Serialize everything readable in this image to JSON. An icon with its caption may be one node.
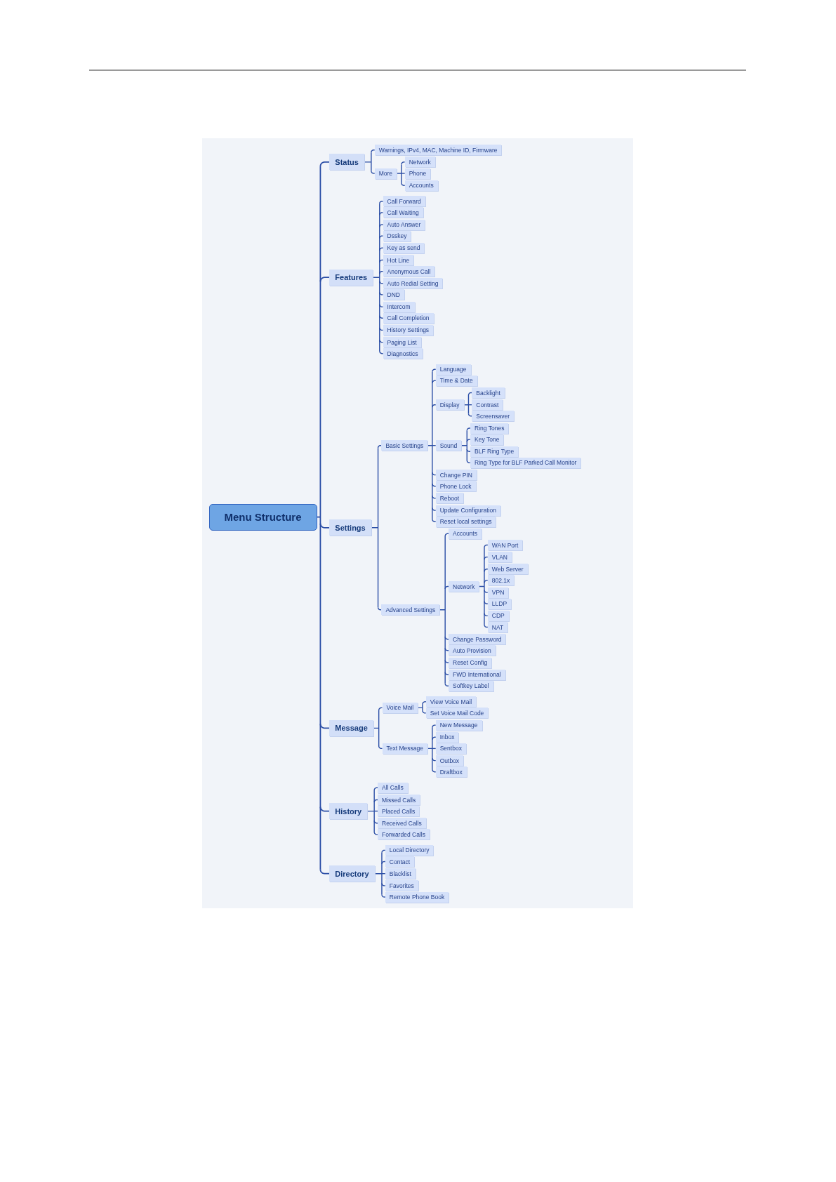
{
  "diagram": {
    "nodes": [
      {
        "text": [
          "Menu Structure"
        ]
      },
      {
        "text": [
          "Status"
        ]
      },
      {
        "text": [
          "Warnings, IPv4, MAC, Machine ID, Firmware"
        ]
      },
      {
        "text": [
          "More"
        ]
      },
      {
        "text": [
          "Network"
        ]
      },
      {
        "text": [
          "Phone"
        ]
      },
      {
        "text": [
          "Accounts"
        ]
      },
      {
        "text": [
          "Features"
        ]
      },
      {
        "text": [
          "Call Forward"
        ]
      },
      {
        "text": [
          "Call Waiting"
        ]
      },
      {
        "text": [
          "Auto Answer"
        ]
      },
      {
        "text": [
          "Dsskey"
        ]
      },
      {
        "text": [
          "Key as send"
        ]
      },
      {
        "text": [
          "Hot Line"
        ]
      },
      {
        "text": [
          "Anonymous Call"
        ]
      },
      {
        "text": [
          "Auto Redial Setting"
        ]
      },
      {
        "text": [
          "DND"
        ]
      },
      {
        "text": [
          "Intercom"
        ]
      },
      {
        "text": [
          "Call Completion"
        ]
      },
      {
        "text": [
          "History Settings"
        ]
      },
      {
        "text": [
          "Paging List"
        ]
      },
      {
        "text": [
          "Diagnostics"
        ]
      },
      {
        "text": [
          "Settings"
        ]
      },
      {
        "text": [
          "Basic Settings"
        ]
      },
      {
        "text": [
          "Language"
        ]
      },
      {
        "text": [
          "Time & Date"
        ]
      },
      {
        "text": [
          "Display"
        ]
      },
      {
        "text": [
          "Backlight"
        ]
      },
      {
        "text": [
          "Contrast"
        ]
      },
      {
        "text": [
          "Screensaver"
        ]
      },
      {
        "text": [
          "Sound"
        ]
      },
      {
        "text": [
          "Ring Tones"
        ]
      },
      {
        "text": [
          "Key Tone"
        ]
      },
      {
        "text": [
          "BLF Ring Type"
        ]
      },
      {
        "text": [
          "Ring Type for BLF Parked Call Monitor"
        ]
      },
      {
        "text": [
          "Change PIN"
        ]
      },
      {
        "text": [
          "Phone Lock"
        ]
      },
      {
        "text": [
          "Reboot"
        ]
      },
      {
        "text": [
          "Update Configuration"
        ]
      },
      {
        "text": [
          "Reset local settings"
        ]
      },
      {
        "text": [
          "Advanced Settings"
        ]
      },
      {
        "text": [
          "Accounts"
        ]
      },
      {
        "text": [
          "Network"
        ]
      },
      {
        "text": [
          "WAN Port"
        ]
      },
      {
        "text": [
          "VLAN"
        ]
      },
      {
        "text": [
          "Web Server"
        ]
      },
      {
        "text": [
          "802.1x"
        ]
      },
      {
        "text": [
          "VPN"
        ]
      },
      {
        "text": [
          "LLDP"
        ]
      },
      {
        "text": [
          "CDP"
        ]
      },
      {
        "text": [
          "NAT"
        ]
      },
      {
        "text": [
          "Change Password"
        ]
      },
      {
        "text": [
          "Auto Provision"
        ]
      },
      {
        "text": [
          "Reset Config"
        ]
      },
      {
        "text": [
          "FWD International"
        ]
      },
      {
        "text": [
          "Softkey Label"
        ]
      },
      {
        "text": [
          "Message"
        ]
      },
      {
        "text": [
          "Voice Mail"
        ]
      },
      {
        "text": [
          "View Voice Mail"
        ]
      },
      {
        "text": [
          "Set Voice Mail Code"
        ]
      },
      {
        "text": [
          "Text Message"
        ]
      },
      {
        "text": [
          "New Message"
        ]
      },
      {
        "text": [
          "Inbox"
        ]
      },
      {
        "text": [
          "Sentbox"
        ]
      },
      {
        "text": [
          "Outbox"
        ]
      },
      {
        "text": [
          "Draftbox"
        ]
      },
      {
        "text": [
          "History"
        ]
      },
      {
        "text": [
          "All Calls"
        ]
      },
      {
        "text": [
          "Missed Calls"
        ]
      },
      {
        "text": [
          "Placed Calls"
        ]
      },
      {
        "text": [
          "Received Calls"
        ]
      },
      {
        "text": [
          "Forwarded Calls"
        ]
      },
      {
        "text": [
          "Directory"
        ]
      },
      {
        "text": [
          "Local Directory"
        ]
      },
      {
        "text": [
          "Contact"
        ]
      },
      {
        "text": [
          "Blacklist"
        ]
      },
      {
        "text": [
          "Favorites"
        ]
      },
      {
        "text": [
          "Remote Phone Book"
        ]
      }
    ],
    "edges": [
      {
        "from": 0,
        "to": 1,
        "arrow": "none"
      },
      {
        "from": 1,
        "to": 2,
        "arrow": "none"
      },
      {
        "from": 1,
        "to": 3,
        "arrow": "none"
      },
      {
        "from": 3,
        "to": 4,
        "arrow": "none"
      },
      {
        "from": 3,
        "to": 5,
        "arrow": "none"
      },
      {
        "from": 3,
        "to": 6,
        "arrow": "none"
      },
      {
        "from": 0,
        "to": 7,
        "arrow": "none"
      },
      {
        "from": 7,
        "to": 8,
        "arrow": "none"
      },
      {
        "from": 7,
        "to": 9,
        "arrow": "none"
      },
      {
        "from": 7,
        "to": 10,
        "arrow": "none"
      },
      {
        "from": 7,
        "to": 11,
        "arrow": "none"
      },
      {
        "from": 7,
        "to": 12,
        "arrow": "none"
      },
      {
        "from": 7,
        "to": 13,
        "arrow": "none"
      },
      {
        "from": 7,
        "to": 14,
        "arrow": "none"
      },
      {
        "from": 7,
        "to": 15,
        "arrow": "none"
      },
      {
        "from": 7,
        "to": 16,
        "arrow": "none"
      },
      {
        "from": 7,
        "to": 17,
        "arrow": "none"
      },
      {
        "from": 7,
        "to": 18,
        "arrow": "none"
      },
      {
        "from": 7,
        "to": 19,
        "arrow": "none"
      },
      {
        "from": 7,
        "to": 20,
        "arrow": "none"
      },
      {
        "from": 7,
        "to": 21,
        "arrow": "none"
      },
      {
        "from": 0,
        "to": 22,
        "arrow": "none"
      },
      {
        "from": 22,
        "to": 23,
        "arrow": "none"
      },
      {
        "from": 23,
        "to": 24,
        "arrow": "none"
      },
      {
        "from": 23,
        "to": 25,
        "arrow": "none"
      },
      {
        "from": 23,
        "to": 26,
        "arrow": "none"
      },
      {
        "from": 26,
        "to": 27,
        "arrow": "none"
      },
      {
        "from": 26,
        "to": 28,
        "arrow": "none"
      },
      {
        "from": 26,
        "to": 29,
        "arrow": "none"
      },
      {
        "from": 23,
        "to": 30,
        "arrow": "none"
      },
      {
        "from": 30,
        "to": 31,
        "arrow": "none"
      },
      {
        "from": 30,
        "to": 32,
        "arrow": "none"
      },
      {
        "from": 30,
        "to": 33,
        "arrow": "none"
      },
      {
        "from": 30,
        "to": 34,
        "arrow": "none"
      },
      {
        "from": 23,
        "to": 35,
        "arrow": "none"
      },
      {
        "from": 23,
        "to": 36,
        "arrow": "none"
      },
      {
        "from": 23,
        "to": 37,
        "arrow": "none"
      },
      {
        "from": 23,
        "to": 38,
        "arrow": "none"
      },
      {
        "from": 23,
        "to": 39,
        "arrow": "none"
      },
      {
        "from": 22,
        "to": 40,
        "arrow": "none"
      },
      {
        "from": 40,
        "to": 41,
        "arrow": "none"
      },
      {
        "from": 40,
        "to": 42,
        "arrow": "none"
      },
      {
        "from": 42,
        "to": 43,
        "arrow": "none"
      },
      {
        "from": 42,
        "to": 44,
        "arrow": "none"
      },
      {
        "from": 42,
        "to": 45,
        "arrow": "none"
      },
      {
        "from": 42,
        "to": 46,
        "arrow": "none"
      },
      {
        "from": 42,
        "to": 47,
        "arrow": "none"
      },
      {
        "from": 42,
        "to": 48,
        "arrow": "none"
      },
      {
        "from": 42,
        "to": 49,
        "arrow": "none"
      },
      {
        "from": 42,
        "to": 50,
        "arrow": "none"
      },
      {
        "from": 40,
        "to": 51,
        "arrow": "none"
      },
      {
        "from": 40,
        "to": 52,
        "arrow": "none"
      },
      {
        "from": 40,
        "to": 53,
        "arrow": "none"
      },
      {
        "from": 40,
        "to": 54,
        "arrow": "none"
      },
      {
        "from": 40,
        "to": 55,
        "arrow": "none"
      },
      {
        "from": 0,
        "to": 56,
        "arrow": "none"
      },
      {
        "from": 56,
        "to": 57,
        "arrow": "none"
      },
      {
        "from": 57,
        "to": 58,
        "arrow": "none"
      },
      {
        "from": 57,
        "to": 59,
        "arrow": "none"
      },
      {
        "from": 56,
        "to": 60,
        "arrow": "none"
      },
      {
        "from": 60,
        "to": 61,
        "arrow": "none"
      },
      {
        "from": 60,
        "to": 62,
        "arrow": "none"
      },
      {
        "from": 60,
        "to": 63,
        "arrow": "none"
      },
      {
        "from": 60,
        "to": 64,
        "arrow": "none"
      },
      {
        "from": 60,
        "to": 65,
        "arrow": "none"
      },
      {
        "from": 0,
        "to": 66,
        "arrow": "none"
      },
      {
        "from": 66,
        "to": 67,
        "arrow": "none"
      },
      {
        "from": 66,
        "to": 68,
        "arrow": "none"
      },
      {
        "from": 66,
        "to": 69,
        "arrow": "none"
      },
      {
        "from": 66,
        "to": 70,
        "arrow": "none"
      },
      {
        "from": 66,
        "to": 71,
        "arrow": "none"
      },
      {
        "from": 0,
        "to": 72,
        "arrow": "none"
      },
      {
        "from": 72,
        "to": 73,
        "arrow": "none"
      },
      {
        "from": 72,
        "to": 74,
        "arrow": "none"
      },
      {
        "from": 72,
        "to": 75,
        "arrow": "none"
      },
      {
        "from": 72,
        "to": 76,
        "arrow": "none"
      },
      {
        "from": 72,
        "to": 77,
        "arrow": "none"
      }
    ]
  }
}
